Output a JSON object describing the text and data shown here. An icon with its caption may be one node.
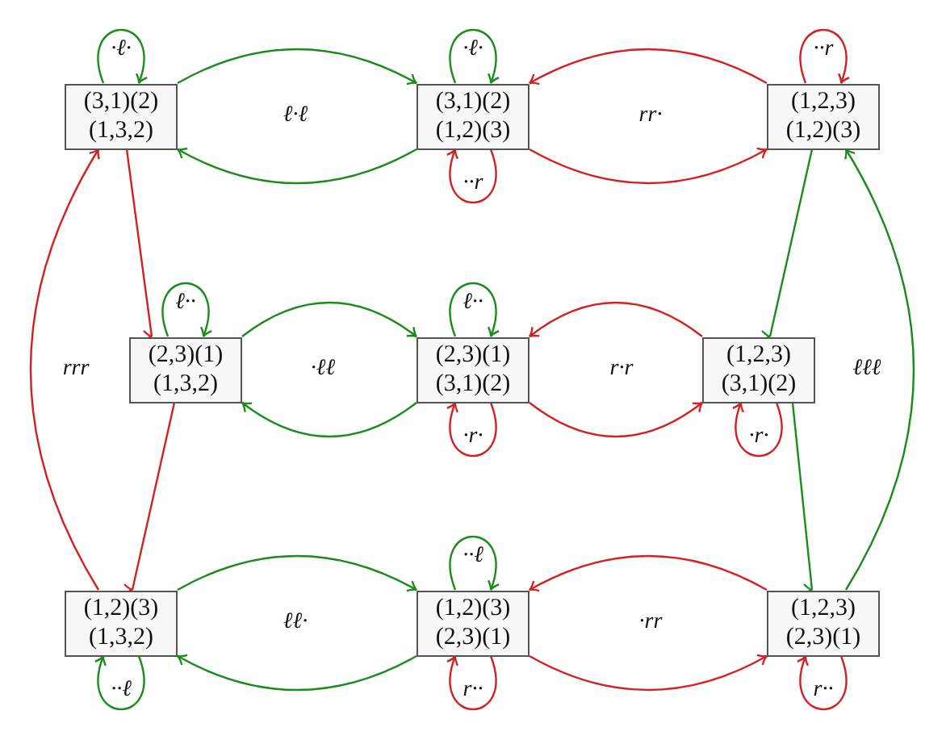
{
  "diagram": {
    "nodes": [
      {
        "text": [
          "(3,1)(2)",
          "(1,3,2)"
        ]
      },
      {
        "text": [
          "(3,1)(2)",
          "(1,2)(3)"
        ]
      },
      {
        "text": [
          "(1,2,3)",
          "(1,2)(3)"
        ]
      },
      {
        "text": [
          "(2,3)(1)",
          "(1,3,2)"
        ]
      },
      {
        "text": [
          "(2,3)(1)",
          "(3,1)(2)"
        ]
      },
      {
        "text": [
          "(1,2,3)",
          "(3,1)(2)"
        ]
      },
      {
        "text": [
          "(1,2)(3)",
          "(1,3,2)"
        ]
      },
      {
        "text": [
          "(1,2)(3)",
          "(2,3)(1)"
        ]
      },
      {
        "text": [
          "(1,2,3)",
          "(2,3)(1)"
        ]
      }
    ],
    "edges": [
      {
        "from": 0,
        "to": 0,
        "arrow": "to",
        "label": "·ℓ·",
        "color": "#1a8c1a"
      },
      {
        "from": 0,
        "to": 1,
        "arrow": "to",
        "color": "#1a8c1a"
      },
      {
        "from": 1,
        "to": 0,
        "arrow": "to",
        "color": "#1a8c1a"
      },
      {
        "from": 1,
        "to": 1,
        "arrow": "to",
        "label": "·ℓ·",
        "color": "#1a8c1a"
      },
      {
        "from": 1,
        "to": 1,
        "arrow": "to",
        "label": "··r",
        "color": "#d42020"
      },
      {
        "from": 2,
        "to": 1,
        "arrow": "to",
        "color": "#d42020"
      },
      {
        "from": 1,
        "to": 2,
        "arrow": "to",
        "color": "#d42020"
      },
      {
        "from": 2,
        "to": 2,
        "arrow": "to",
        "label": "··r",
        "color": "#d42020"
      },
      {
        "from": 0,
        "to": 3,
        "arrow": "to",
        "color": "#d42020"
      },
      {
        "from": 6,
        "to": 0,
        "arrow": "to",
        "color": "#d42020"
      },
      {
        "from": 2,
        "to": 5,
        "arrow": "to",
        "color": "#1a8c1a"
      },
      {
        "from": 8,
        "to": 2,
        "arrow": "to",
        "color": "#1a8c1a"
      },
      {
        "from": 3,
        "to": 3,
        "arrow": "to",
        "label": "ℓ··",
        "color": "#1a8c1a"
      },
      {
        "from": 3,
        "to": 4,
        "arrow": "to",
        "color": "#1a8c1a"
      },
      {
        "from": 4,
        "to": 3,
        "arrow": "to",
        "color": "#1a8c1a"
      },
      {
        "from": 4,
        "to": 4,
        "arrow": "to",
        "label": "ℓ··",
        "color": "#1a8c1a"
      },
      {
        "from": 4,
        "to": 4,
        "arrow": "to",
        "label": "·r·",
        "color": "#d42020"
      },
      {
        "from": 5,
        "to": 4,
        "arrow": "to",
        "color": "#d42020"
      },
      {
        "from": 4,
        "to": 5,
        "arrow": "to",
        "color": "#d42020"
      },
      {
        "from": 5,
        "to": 5,
        "arrow": "to",
        "label": "·r·",
        "color": "#d42020"
      },
      {
        "from": 3,
        "to": 6,
        "arrow": "to",
        "color": "#d42020"
      },
      {
        "from": 5,
        "to": 8,
        "arrow": "to",
        "color": "#1a8c1a"
      },
      {
        "from": 6,
        "to": 7,
        "arrow": "to",
        "color": "#1a8c1a"
      },
      {
        "from": 7,
        "to": 6,
        "arrow": "to",
        "color": "#1a8c1a"
      },
      {
        "from": 6,
        "to": 6,
        "arrow": "to",
        "label": "··ℓ",
        "color": "#1a8c1a"
      },
      {
        "from": 7,
        "to": 7,
        "arrow": "to",
        "label": "··ℓ",
        "color": "#1a8c1a"
      },
      {
        "from": 7,
        "to": 7,
        "arrow": "to",
        "label": "r··",
        "color": "#d42020"
      },
      {
        "from": 8,
        "to": 7,
        "arrow": "to",
        "color": "#d42020"
      },
      {
        "from": 7,
        "to": 8,
        "arrow": "to",
        "color": "#d42020"
      },
      {
        "from": 8,
        "to": 8,
        "arrow": "to",
        "label": "r··",
        "color": "#d42020"
      }
    ],
    "labels": [
      "ℓ·ℓ",
      "rr·",
      "rrr",
      "·ℓℓ",
      "r·r",
      "ℓℓℓ",
      "ℓℓ·",
      "·rr"
    ]
  }
}
